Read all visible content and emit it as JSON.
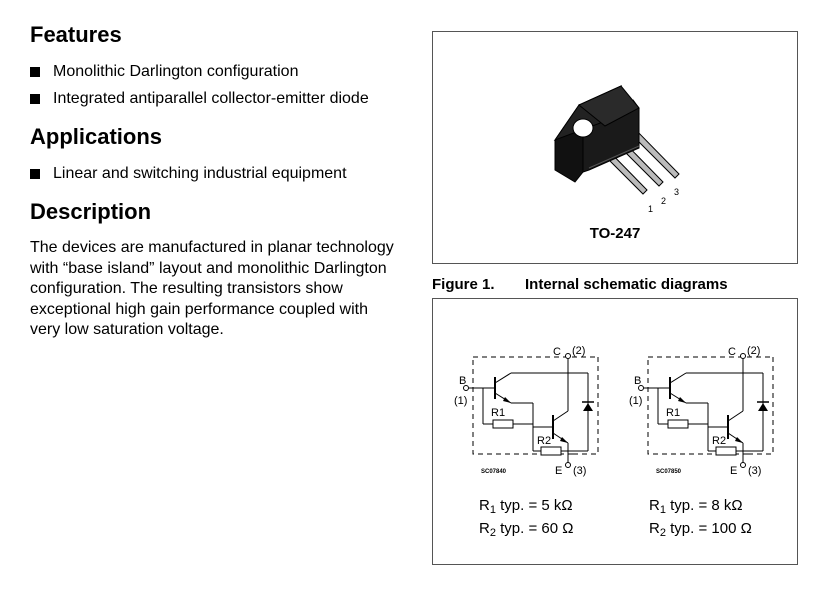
{
  "features": {
    "heading": "Features",
    "items": [
      "Monolithic Darlington configuration",
      "Integrated antiparallel collector-emitter diode"
    ]
  },
  "applications": {
    "heading": "Applications",
    "items": [
      "Linear and switching industrial equipment"
    ]
  },
  "description": {
    "heading": "Description",
    "text": "The devices are manufactured in planar technology with “base island” layout and monolithic Darlington configuration. The resulting transistors show exceptional high gain performance coupled with very low saturation voltage."
  },
  "package": {
    "name": "TO-247",
    "pins": [
      "1",
      "2",
      "3"
    ]
  },
  "figure": {
    "number": "Figure 1.",
    "title": "Internal schematic diagrams",
    "labels": {
      "collector": "C",
      "collector_pin": "(2)",
      "base": "B",
      "base_pin": "(1)",
      "emitter": "E",
      "emitter_pin": "(3)",
      "r1": "R1",
      "r2": "R2"
    },
    "diagrams": [
      {
        "code": "SC07840",
        "r1_label": "R",
        "r1_sub": "1",
        "r1_value": " typ. = 5 kΩ",
        "r2_label": "R",
        "r2_sub": "2",
        "r2_value": " typ. = 60 Ω"
      },
      {
        "code": "SC07850",
        "r1_label": "R",
        "r1_sub": "1",
        "r1_value": " typ. = 8 kΩ",
        "r2_label": "R",
        "r2_sub": "2",
        "r2_value": " typ. = 100 Ω"
      }
    ]
  }
}
